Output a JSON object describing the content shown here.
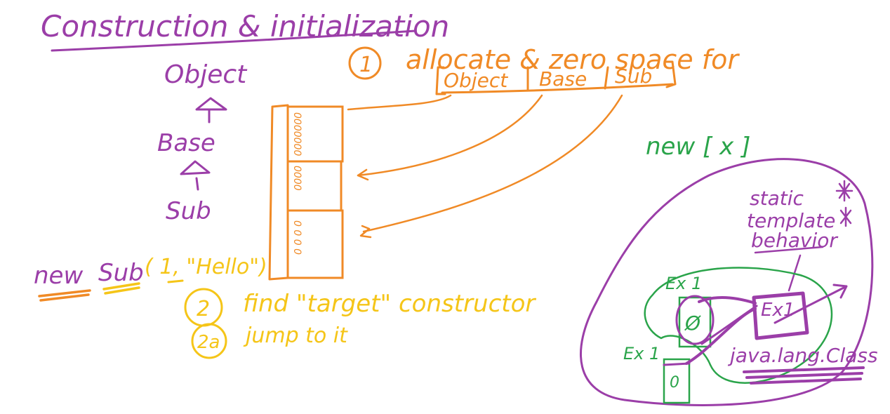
{
  "colors": {
    "purple": "#9b3ea8",
    "orange": "#f08a26",
    "yellow": "#f5c518",
    "green": "#2aa44a"
  },
  "title": "Construction & initialization",
  "hierarchy": {
    "top": "Object",
    "middle": "Base",
    "bottom": "Sub"
  },
  "step1": {
    "number": "1",
    "text": "allocate & zero space for",
    "parts": [
      "Object",
      "Base",
      "Sub"
    ]
  },
  "memory_block": {
    "segment1_digits": "0000000",
    "segment2_digits": "0000",
    "segment3_digits": "0 0  0 0"
  },
  "call": {
    "keyword": "new",
    "class": "Sub",
    "args": "( 1, \"Hello\")"
  },
  "step2": {
    "number": "2",
    "text": "find \"target\" constructor"
  },
  "step2a": {
    "number": "2a",
    "text": "jump to it"
  },
  "right_diagram": {
    "label_new": "new [ x ]",
    "static_line1": "static",
    "static_line2": "template",
    "static_line3": "behavior",
    "class_box": "Ex1",
    "ex1_label": "Ex 1",
    "ex1_label2": "Ex 1",
    "zero_sym_a": "Ø",
    "zero_sym_b": "0",
    "java_class": "java.lang.Class"
  }
}
